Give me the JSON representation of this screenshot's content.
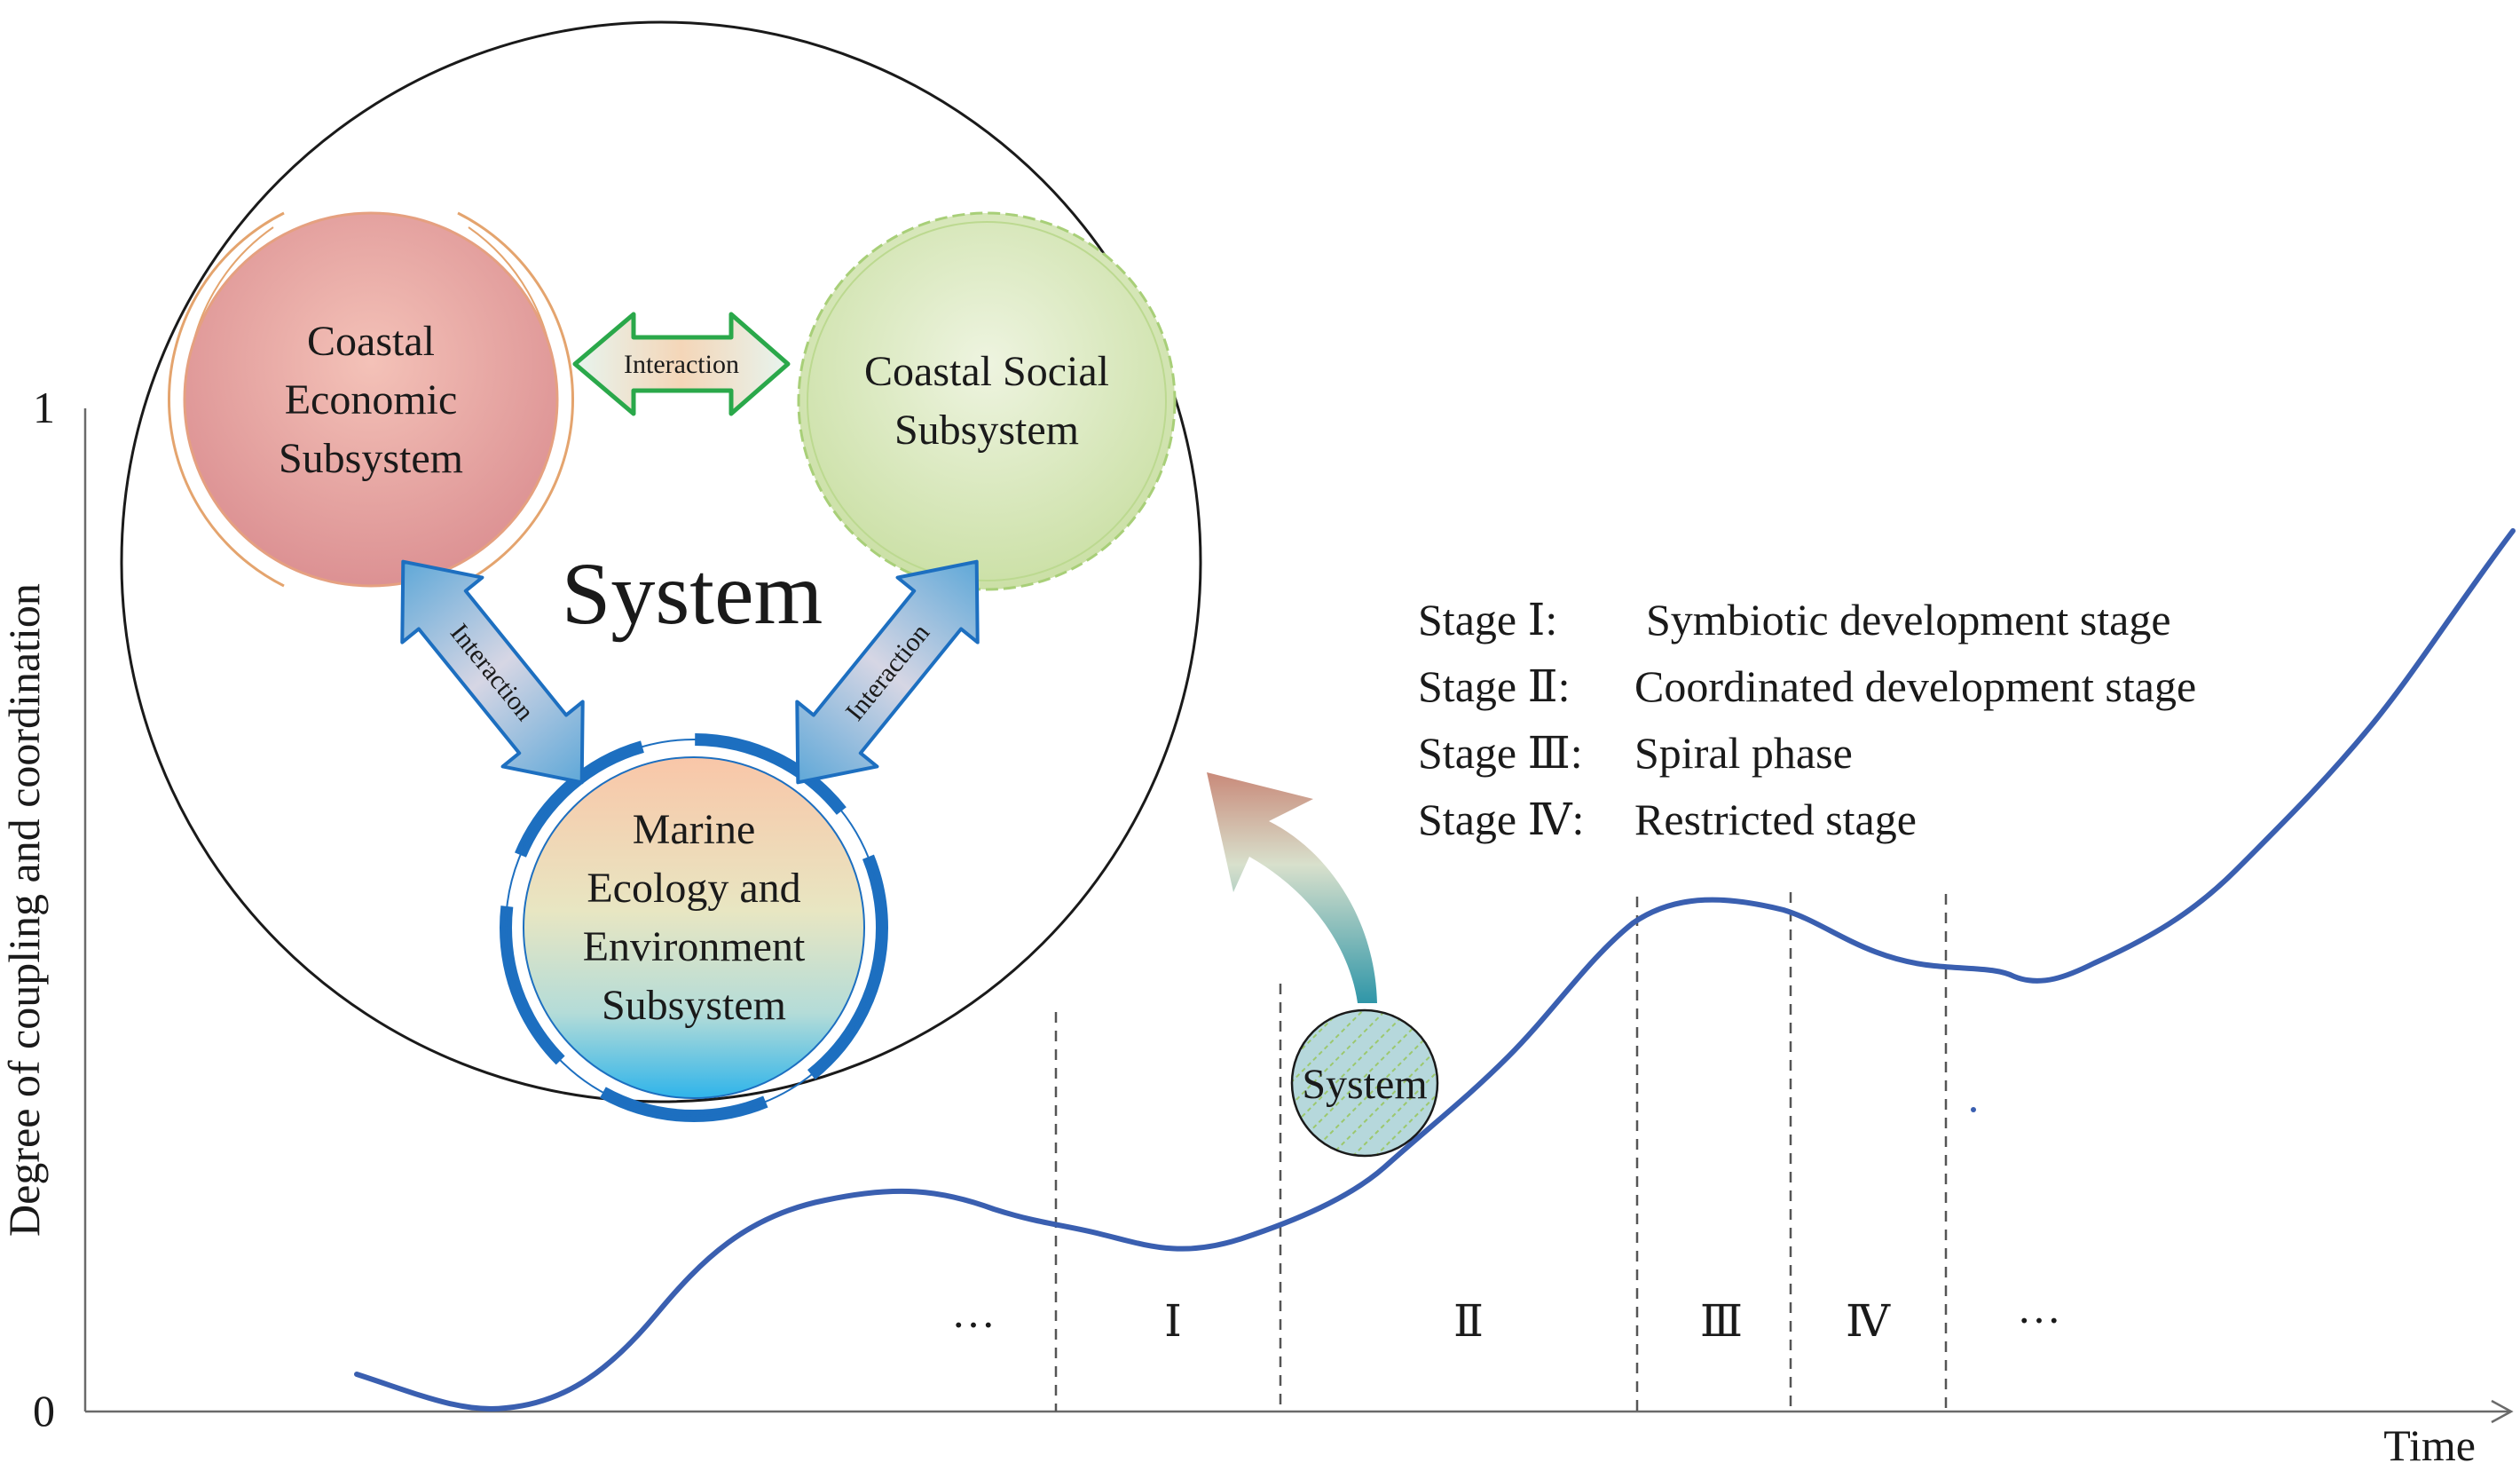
{
  "axes": {
    "y_label": "Degree of coupling and coordination",
    "x_label": "Time",
    "y_max_label": "1",
    "y_min_label": "0"
  },
  "system_diagram": {
    "title": "System",
    "economic": [
      "Coastal",
      "Economic",
      "Subsystem"
    ],
    "social": [
      "Coastal Social",
      "Subsystem"
    ],
    "marine": [
      "Marine",
      "Ecology and",
      "Environment",
      "Subsystem"
    ],
    "interaction_label": "Interaction",
    "small_system_label": "System"
  },
  "legend": [
    {
      "stage": "Stage Ⅰ:",
      "desc": "Symbiotic development stage"
    },
    {
      "stage": "Stage Ⅱ:",
      "desc": "Coordinated development stage"
    },
    {
      "stage": "Stage Ⅲ:",
      "desc": "Spiral phase"
    },
    {
      "stage": "Stage Ⅳ:",
      "desc": "Restricted stage"
    }
  ],
  "stages": [
    "…",
    "Ⅰ",
    "Ⅱ",
    "Ⅲ",
    "Ⅳ",
    "…"
  ],
  "colors": {
    "curve": "#3a5fb0",
    "dashed": "#555555",
    "economic_fill": "#e3a0a0",
    "social_fill": "#d6e6b4",
    "marine_ring": "#1d6fc0",
    "arrow_green": "#2aa84a"
  }
}
